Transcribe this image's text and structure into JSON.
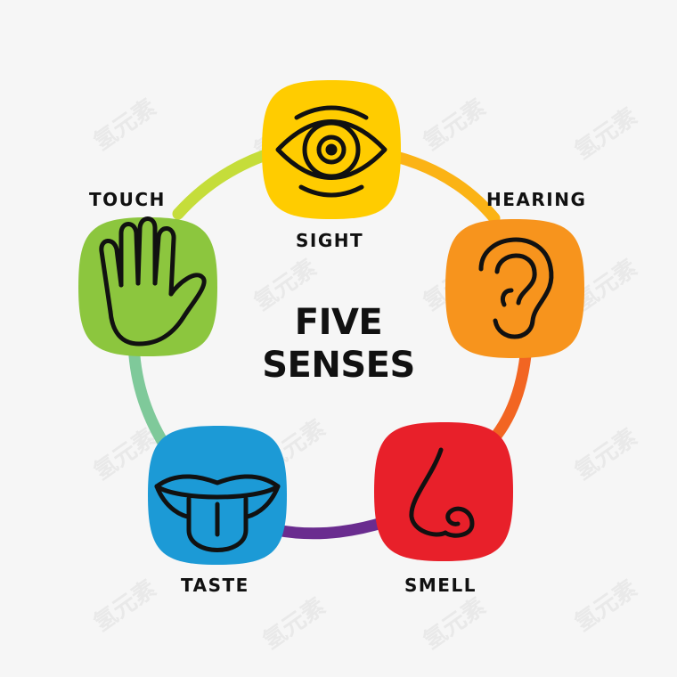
{
  "title": {
    "line1": "FIVE",
    "line2": "SENSES"
  },
  "senses": [
    {
      "label": "SIGHT",
      "icon": "eye-icon",
      "color": "#ffcc00"
    },
    {
      "label": "HEARING",
      "icon": "ear-icon",
      "color": "#f7941d"
    },
    {
      "label": "SMELL",
      "icon": "nose-icon",
      "color": "#e8202a"
    },
    {
      "label": "TASTE",
      "icon": "tongue-icon",
      "color": "#1c9ad6"
    },
    {
      "label": "TOUCH",
      "icon": "hand-icon",
      "color": "#8cc63e"
    }
  ],
  "ring_colors": {
    "sight_hearing": "#fbb315",
    "hearing_smell": "#f26522",
    "smell_taste": "#6a2c8f",
    "taste_touch": "#7fc99a",
    "touch_sight": "#c5dd3a"
  },
  "watermark": "氢元素"
}
